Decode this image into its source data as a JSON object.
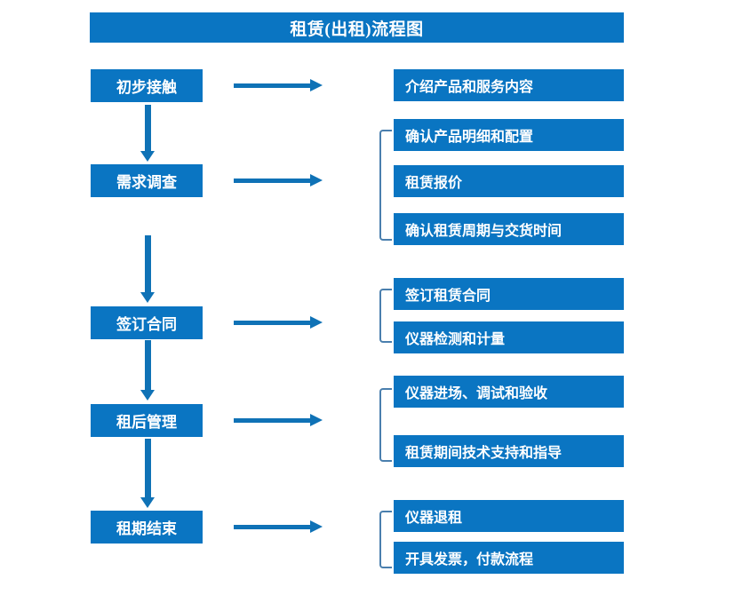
{
  "title": {
    "text": "租赁(出租)流程图"
  },
  "colors": {
    "box_blue": "#0a75c2",
    "arrow_blue": "#0f72b6",
    "bracket_blue": "#4a7fae",
    "text_white": "#ffffff",
    "background": "#ffffff"
  },
  "stages": [
    {
      "id": "initial-contact",
      "label": "初步接触"
    },
    {
      "id": "needs-survey",
      "label": "需求调查"
    },
    {
      "id": "sign-contract",
      "label": "签订合同"
    },
    {
      "id": "post-lease-manage",
      "label": "租后管理"
    },
    {
      "id": "lease-end",
      "label": "租期结束"
    }
  ],
  "details": [
    {
      "id": "introduce-products",
      "label": "介绍产品和服务内容"
    },
    {
      "id": "confirm-spec",
      "label": "确认产品明细和配置"
    },
    {
      "id": "lease-quote",
      "label": "租赁报价"
    },
    {
      "id": "confirm-period",
      "label": "确认租赁周期与交货时间"
    },
    {
      "id": "sign-lease-contract",
      "label": "签订租赁合同"
    },
    {
      "id": "instrument-testing",
      "label": "仪器检测和计量"
    },
    {
      "id": "instrument-entry",
      "label": "仪器进场、调试和验收"
    },
    {
      "id": "tech-support",
      "label": "租赁期间技术支持和指导"
    },
    {
      "id": "instrument-return",
      "label": "仪器退租"
    },
    {
      "id": "invoice-payment",
      "label": "开具发票，付款流程"
    }
  ],
  "connectors": {
    "horizontal_arrow_name": "right-arrow-icon",
    "vertical_arrow_name": "down-arrow-icon",
    "bracket_name": "group-bracket-icon",
    "count_horizontal": 5,
    "count_vertical": 4,
    "count_brackets": 4
  }
}
